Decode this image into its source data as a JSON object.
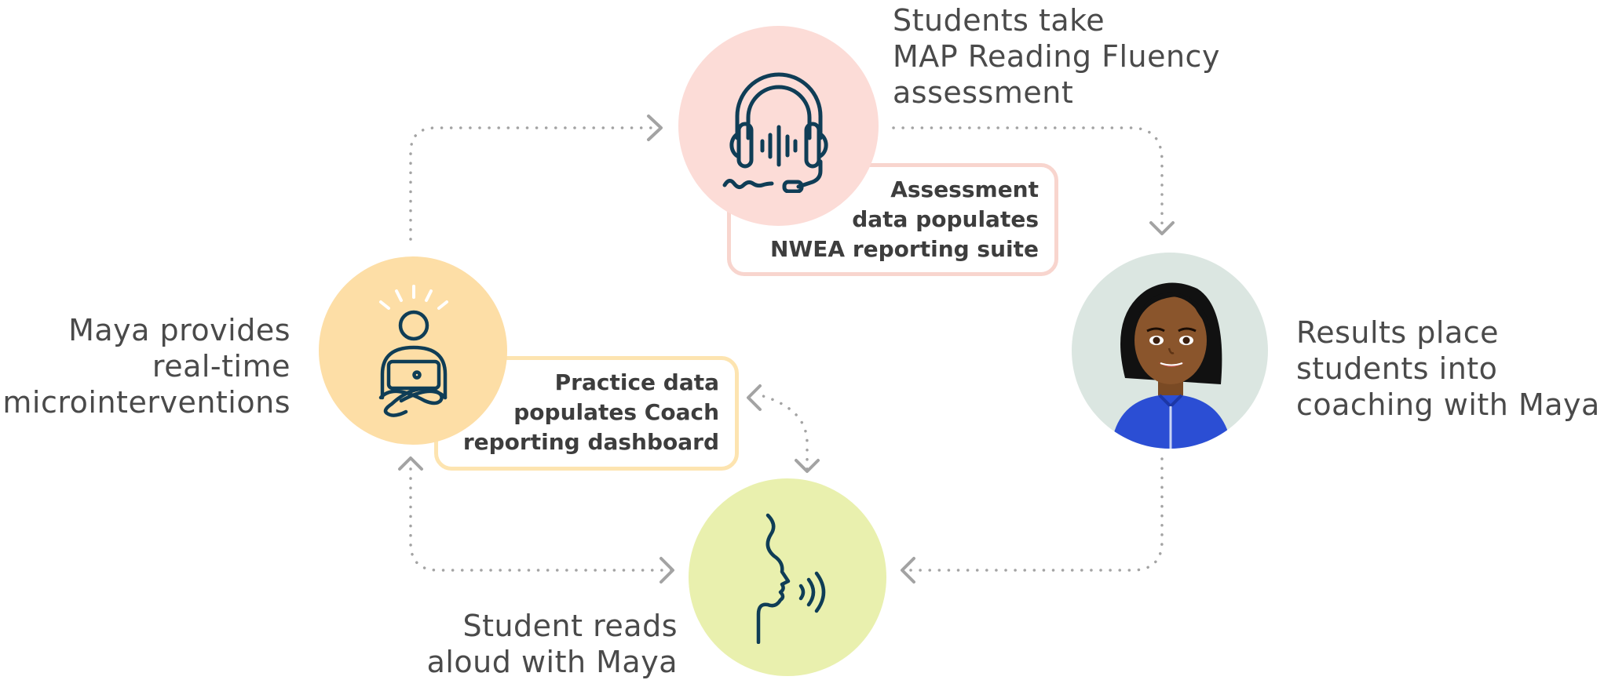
{
  "colors": {
    "icon_stroke": "#0f3d56",
    "arrow": "#a3a3a3",
    "text": "#4a4a4a",
    "assess_circle": "#fcdcd7",
    "assess_box_border": "#f8d5ce",
    "coach_circle": "#dbe6e1",
    "read_circle": "#e9f0ae",
    "maya_circle": "#fddea6",
    "practice_box_border": "#fde4b0"
  },
  "nodes": [
    {
      "id": "assessment",
      "icon": "headphones-icon",
      "label_lines": [
        "Students take",
        "MAP Reading Fluency",
        "assessment"
      ]
    },
    {
      "id": "coaching",
      "icon": "maya-avatar",
      "label_lines": [
        "Results place",
        "students into",
        "coaching with Maya"
      ]
    },
    {
      "id": "read-aloud",
      "icon": "speaking-face-icon",
      "label_lines": [
        "Student reads",
        "aloud with Maya"
      ]
    },
    {
      "id": "microinterventions",
      "icon": "student-tablet-icon",
      "label_lines": [
        "Maya provides",
        "real-time",
        "microinterventions"
      ]
    }
  ],
  "data_boxes": [
    {
      "id": "assessment-data",
      "lines": [
        "Assessment",
        "data populates",
        "NWEA reporting suite"
      ]
    },
    {
      "id": "practice-data",
      "lines": [
        "Practice data",
        "populates Coach",
        "reporting dashboard"
      ]
    }
  ]
}
